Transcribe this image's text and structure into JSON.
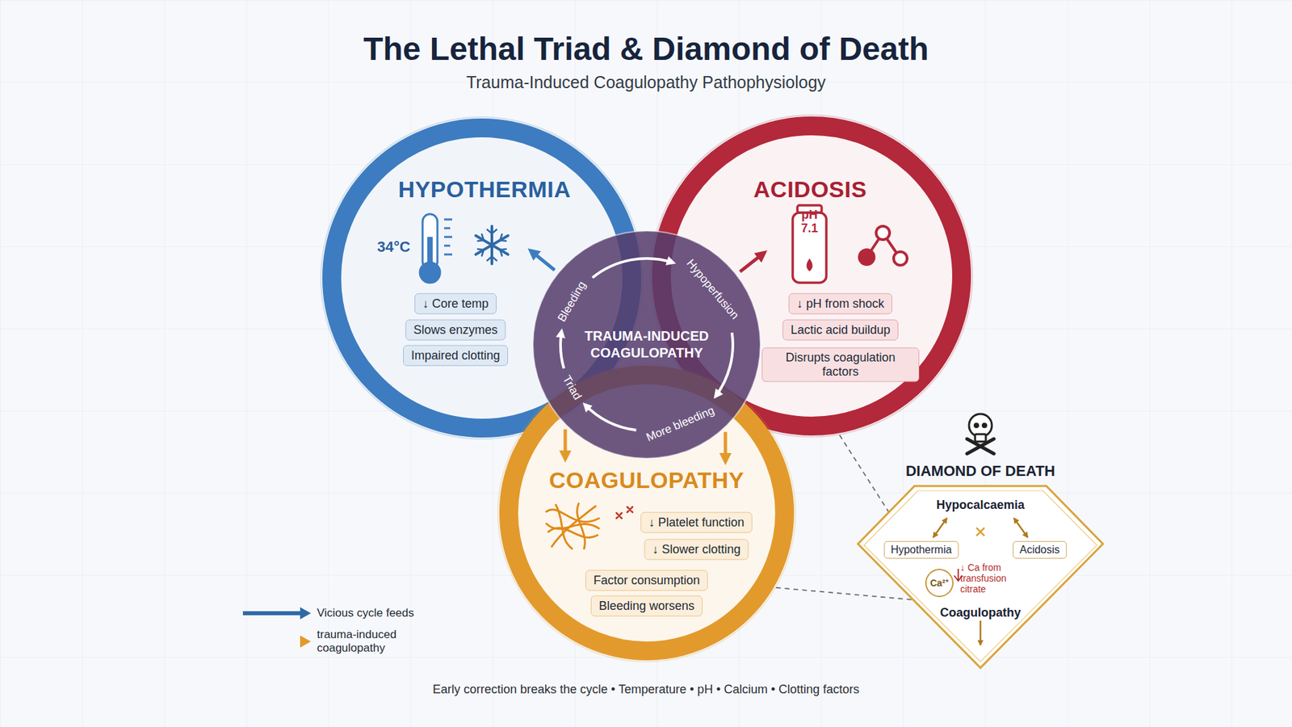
{
  "diagram": {
    "title": "The Lethal Triad & Diamond of Death",
    "caption": "Early correction breaks the cycle • Temperature • pH • Calcium • Clotting factors",
    "nodes": [
      {
        "text": [
          "HYPOTHERMIA",
          "34°C"
        ]
      },
      {
        "text": [
          "↓ Core temp"
        ],
        "in": 0
      },
      {
        "text": [
          "Slows enzymes"
        ],
        "in": 0
      },
      {
        "text": [
          "Impaired clotting"
        ],
        "in": 0
      },
      {
        "text": [
          "ACIDOSIS",
          "pH 7.1"
        ]
      },
      {
        "text": [
          "↓ pH from shock"
        ],
        "in": 4
      },
      {
        "text": [
          "Lactic acid buildup"
        ],
        "in": 4
      },
      {
        "text": [
          "Disrupts coagulation factors"
        ],
        "in": 4
      },
      {
        "text": [
          "COAGULOPATHY"
        ]
      },
      {
        "text": [
          "↓ Platelet function"
        ],
        "in": 8
      },
      {
        "text": [
          "↓ Slower clotting"
        ],
        "in": 8
      },
      {
        "text": [
          "Factor consumption"
        ],
        "in": 8
      },
      {
        "text": [
          "Bleeding worsens"
        ],
        "in": 8
      },
      {
        "text": [
          "TRAUMA-INDUCED COAGULOPATHY"
        ]
      },
      {
        "text": [
          "DIAMOND OF DEATH",
          "Hypocalcaemia",
          "↓ Ca from transfusion citrate",
          "Coagulopathy"
        ]
      },
      {
        "text": [
          "Hypothermia"
        ],
        "in": 14
      },
      {
        "text": [
          "Acidosis"
        ],
        "in": 14
      },
      {
        "text": [
          "Ca²⁺"
        ],
        "in": 14
      }
    ],
    "edges": [
      {
        "from": 13,
        "to": 0,
        "arrow": "to"
      },
      {
        "from": 13,
        "to": 4,
        "arrow": "to"
      },
      {
        "from": 13,
        "to": 8,
        "arrow": "to"
      },
      {
        "from": 13,
        "to": 8,
        "arrow": "to"
      },
      {
        "from": 4,
        "to": 14,
        "arrow": "none"
      },
      {
        "from": 8,
        "to": 14,
        "arrow": "none"
      }
    ],
    "labels": [
      "Trauma-Induced Coagulopathy Pathophysiology",
      "Bleeding",
      "Hypoperfusion",
      "More bleeding",
      "Triad"
    ],
    "legend": [
      {
        "text": "Vicious cycle feeds"
      },
      {
        "text": "trauma-induced coagulopathy"
      }
    ]
  }
}
